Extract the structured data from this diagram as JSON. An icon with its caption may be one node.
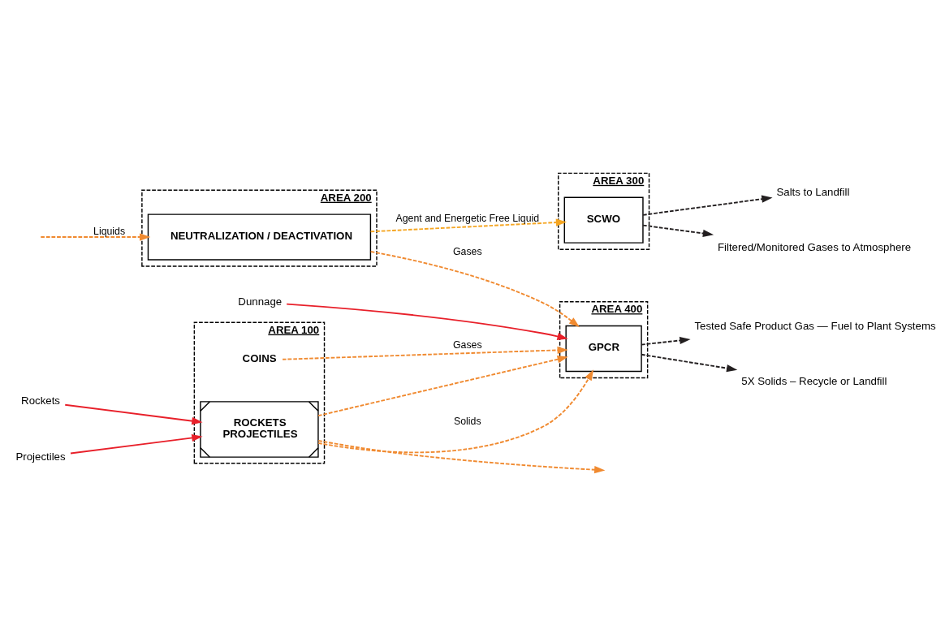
{
  "diagram": {
    "nodes": [
      {
        "text": [
          "AREA 100"
        ]
      },
      {
        "text": [
          "ROCKETS",
          "PROJECTILES"
        ],
        "in": 0
      },
      {
        "text": [
          "COINS"
        ],
        "in": 0
      },
      {
        "text": [
          "AREA 400"
        ]
      },
      {
        "text": [
          "GPCR"
        ],
        "in": 3
      },
      {
        "text": [
          "AREA 200"
        ]
      },
      {
        "text": [
          "NEUTRALIZATION / DEACTIVATION"
        ],
        "in": 5
      },
      {
        "text": [
          "AREA 300"
        ]
      },
      {
        "text": [
          "SCWO"
        ],
        "in": 7
      },
      {
        "text": [
          "Rockets"
        ]
      },
      {
        "text": [
          "Dunnage"
        ]
      },
      {
        "text": [
          "Projectiles"
        ]
      },
      {
        "text": [
          "Tested Safe Product Gas — Fuel to Plant Systems"
        ]
      },
      {
        "text": [
          "5X Solids – Recycle or Landfill"
        ]
      },
      {
        "text": [
          "Salts to Landfill"
        ]
      },
      {
        "text": [
          "Filtered/Monitored Gases to Atmosphere"
        ]
      }
    ],
    "edges": [
      {
        "from": 9,
        "to": 1,
        "arrow": "to",
        "color": "#e8202a"
      },
      {
        "from": 11,
        "to": 1,
        "arrow": "to",
        "color": "#e8202a"
      },
      {
        "from": 10,
        "to": 4,
        "arrow": "to",
        "color": "#e8202a"
      },
      {
        "from": 1,
        "to": 4,
        "arrow": "to",
        "label": "Solids",
        "style": "dashed"
      },
      {
        "from": 1,
        "to": 4,
        "arrow": "to",
        "style": "dashed"
      },
      {
        "from": 2,
        "to": 4,
        "arrow": "to",
        "label": "Gases",
        "style": "dashed"
      },
      {
        "from": 1,
        "to": null,
        "arrow": "to",
        "style": "dashed"
      },
      {
        "from": null,
        "to": 6,
        "arrow": "to",
        "label": "Liquids",
        "style": "dashed"
      },
      {
        "from": 6,
        "to": 4,
        "arrow": "to",
        "label": "Gases",
        "style": "dashed"
      },
      {
        "from": 6,
        "to": 8,
        "arrow": "to",
        "label": "Agent and Energetic Free Liquid",
        "style": "dashed",
        "color": "#f5a623"
      },
      {
        "from": 4,
        "to": 12,
        "arrow": "to",
        "style": "dashed",
        "color": "#231f20"
      },
      {
        "from": 4,
        "to": 13,
        "arrow": "to",
        "style": "dashed",
        "color": "#231f20"
      },
      {
        "from": 8,
        "to": 14,
        "arrow": "to",
        "style": "dashed",
        "color": "#231f20"
      },
      {
        "from": 8,
        "to": 15,
        "arrow": "to",
        "style": "dashed",
        "color": "#231f20"
      }
    ]
  }
}
